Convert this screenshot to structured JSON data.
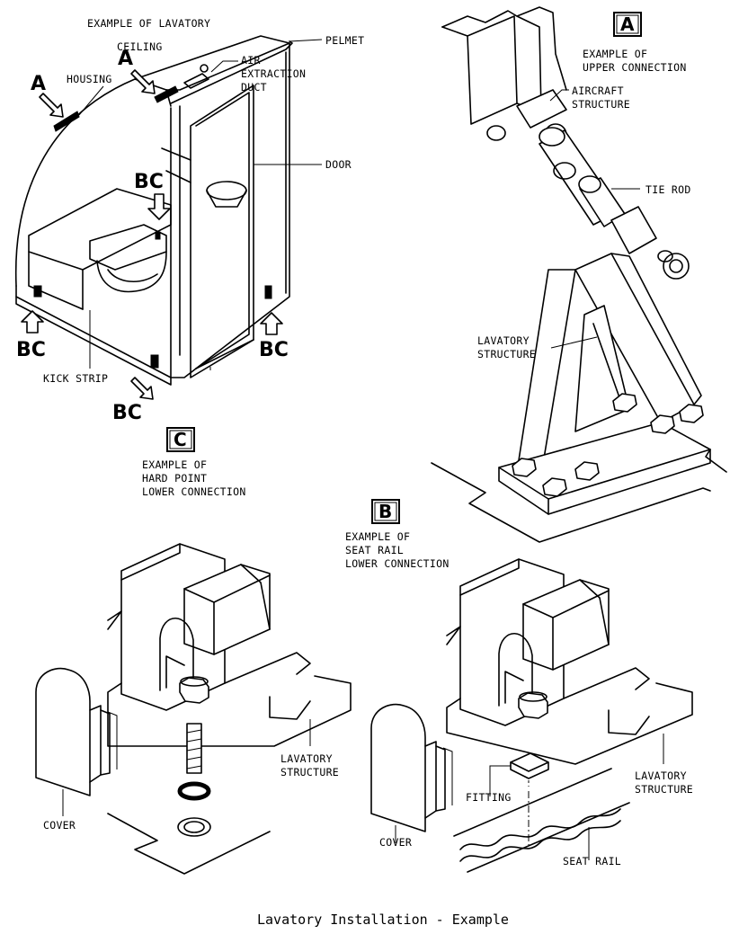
{
  "labels": {
    "example_lavatory": "EXAMPLE OF LAVATORY",
    "ceiling": "CEILING",
    "housing": "HOUSING",
    "pelmet": "PELMET",
    "air1": "AIR",
    "air2": "EXTRACTION",
    "air3": "DUCT",
    "door": "DOOR",
    "kick_strip": "KICK STRIP",
    "marker_a": "A",
    "marker_bc": "BC",
    "box_a": "A",
    "box_b": "B",
    "box_c": "C",
    "upper1": "EXAMPLE OF",
    "upper2": "UPPER CONNECTION",
    "aircraft1": "AIRCRAFT",
    "aircraft2": "STRUCTURE",
    "tie_rod": "TIE ROD",
    "lav_struct1": "LAVATORY",
    "lav_struct2": "STRUCTURE",
    "c_title1": "EXAMPLE OF",
    "c_title2": "HARD POINT",
    "c_title3": "LOWER CONNECTION",
    "b_title1": "EXAMPLE OF",
    "b_title2": "SEAT RAIL",
    "b_title3": "LOWER CONNECTION",
    "cover": "COVER",
    "fitting": "FITTING",
    "seat_rail": "SEAT RAIL"
  },
  "caption": "Lavatory Installation - Example"
}
